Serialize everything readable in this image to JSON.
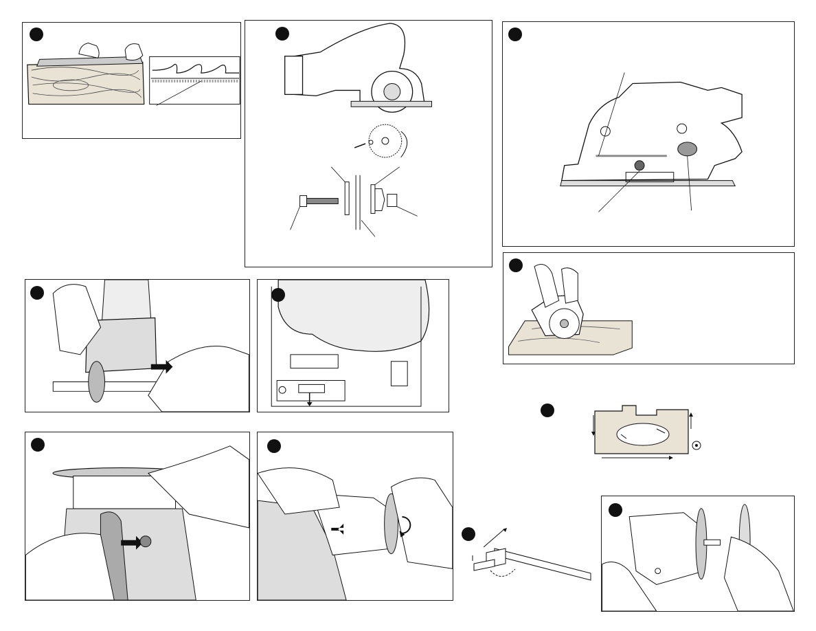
{
  "page": {
    "title": "",
    "colors": {
      "ink": "#111111",
      "paper": "#ffffff",
      "shade": "#bdbdbd",
      "wood": "#e9e3d6"
    }
  },
  "figures": [
    {
      "id": "fig-blade-cut",
      "badge": "step-marker-icon",
      "icon": "blade-tooth-detail-icon"
    },
    {
      "id": "fig-blade-assembly",
      "badge": "step-marker-icon",
      "icon": "blade-exploded-view-icon"
    },
    {
      "id": "fig-depth-adjust",
      "badge": "step-marker-icon",
      "icon": "depth-scale-icon"
    },
    {
      "id": "fig-hands-button",
      "badge": "step-marker-icon",
      "icon": "lock-button-icon"
    },
    {
      "id": "fig-shoe-slot",
      "badge": "step-marker-icon",
      "icon": "shoe-slot-icon"
    },
    {
      "id": "fig-plunge-cut",
      "badge": "step-marker-icon",
      "icon": "plunge-cut-icon"
    },
    {
      "id": "fig-cutting-path",
      "badge": "step-marker-icon",
      "icon": "cutting-path-icon"
    },
    {
      "id": "fig-attachment-release",
      "badge": "step-marker-icon",
      "icon": "release-arrow-icon"
    },
    {
      "id": "fig-attachment-rotate",
      "badge": "step-marker-icon",
      "icon": "rotate-arrow-icon"
    },
    {
      "id": "fig-edge-guide",
      "badge": "step-marker-icon",
      "icon": "edge-guide-icon"
    },
    {
      "id": "fig-attachment-remove",
      "badge": "step-marker-icon",
      "icon": "remove-disc-icon"
    }
  ]
}
